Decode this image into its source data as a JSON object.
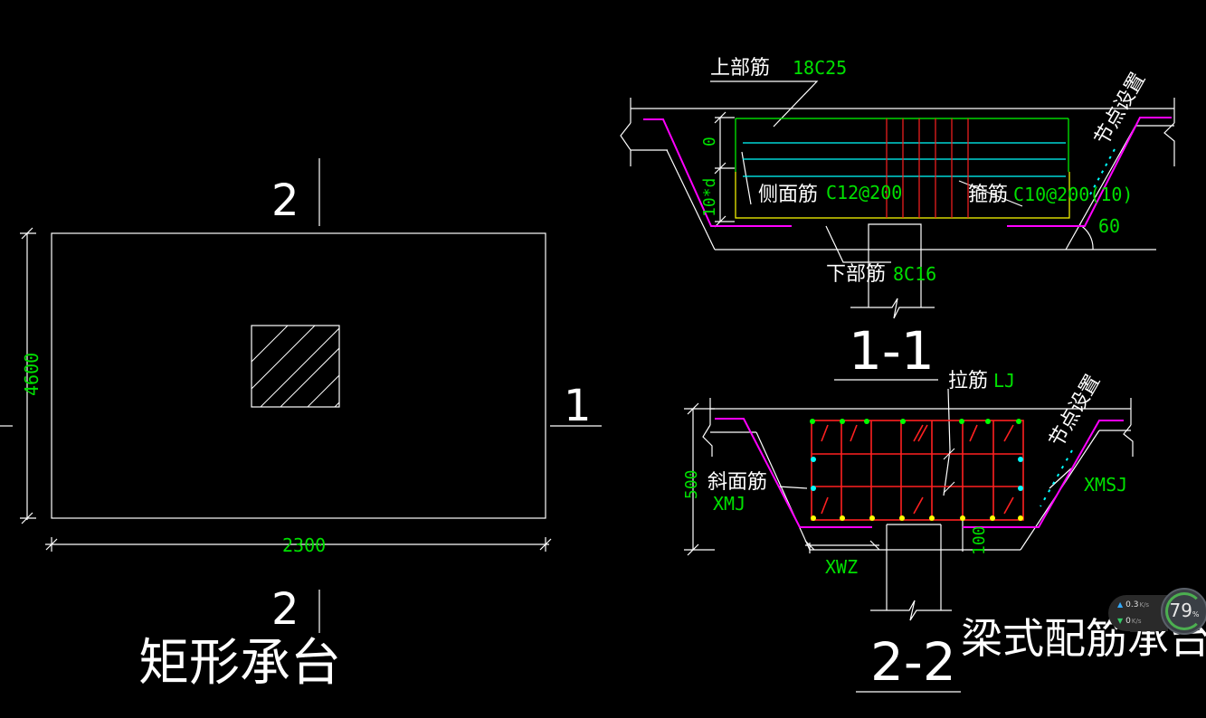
{
  "plan": {
    "title": "矩形承台",
    "width_dim": "2300",
    "height_dim": "4600",
    "section_mark_top": "2",
    "section_mark_bottom": "2",
    "section_mark_right": "1"
  },
  "section_1_1": {
    "title": "1-1",
    "top_bar_label": "上部筋",
    "top_bar_value": "18C25",
    "side_bar_label": "侧面筋",
    "side_bar_value": "C12@200",
    "stirrup_label": "箍筋",
    "stirrup_value": "C10@200(10)",
    "bottom_bar_label": "下部筋",
    "bottom_bar_value": "8C16",
    "node_label": "节点设置",
    "angle_value": "60",
    "dim_zero": "0",
    "dim_10d": "10*d"
  },
  "section_2_2": {
    "title": "2-2",
    "tie_bar_label": "拉筋",
    "tie_bar_value": "LJ",
    "slope_bar_label": "斜面筋",
    "slope_bar_value": "XMJ",
    "slope_side_value": "XMSJ",
    "xwz_value": "XWZ",
    "node_label": "节点设置",
    "dim_500": "500",
    "dim_100": "100"
  },
  "caption": "梁式配筋承台",
  "net_widget": {
    "upload": "0.3",
    "upload_unit": "K/s",
    "download": "0",
    "download_unit": "K/s",
    "cpu_percent": "79",
    "cpu_unit": "%"
  },
  "colors": {
    "background": "#000000",
    "line_white": "#ffffff",
    "text_green": "#00e000",
    "rebar_red": "#ff2020",
    "outline_magenta": "#ff00ff",
    "bar_yellow": "#ffff00",
    "bar_cyan": "#00ffff",
    "bar_green": "#00ff00"
  }
}
